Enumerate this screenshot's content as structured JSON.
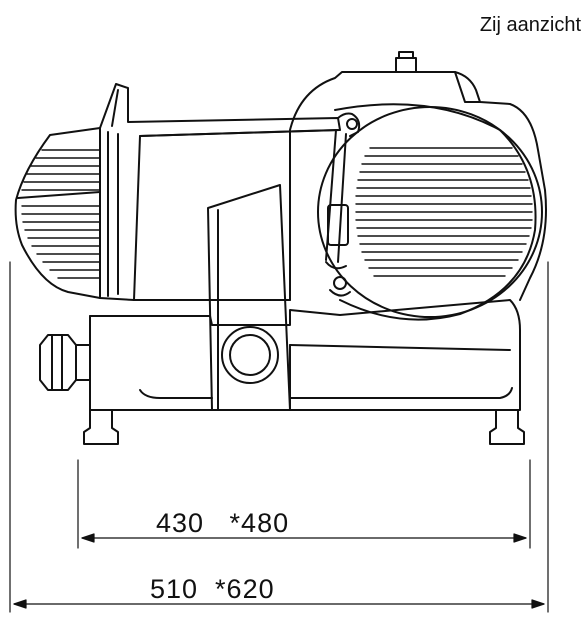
{
  "view_title": "Zij aanzicht",
  "dimensions": {
    "inner": "430   *480",
    "outer": "510  *620"
  },
  "colors": {
    "line": "#111111",
    "background": "#ffffff"
  }
}
